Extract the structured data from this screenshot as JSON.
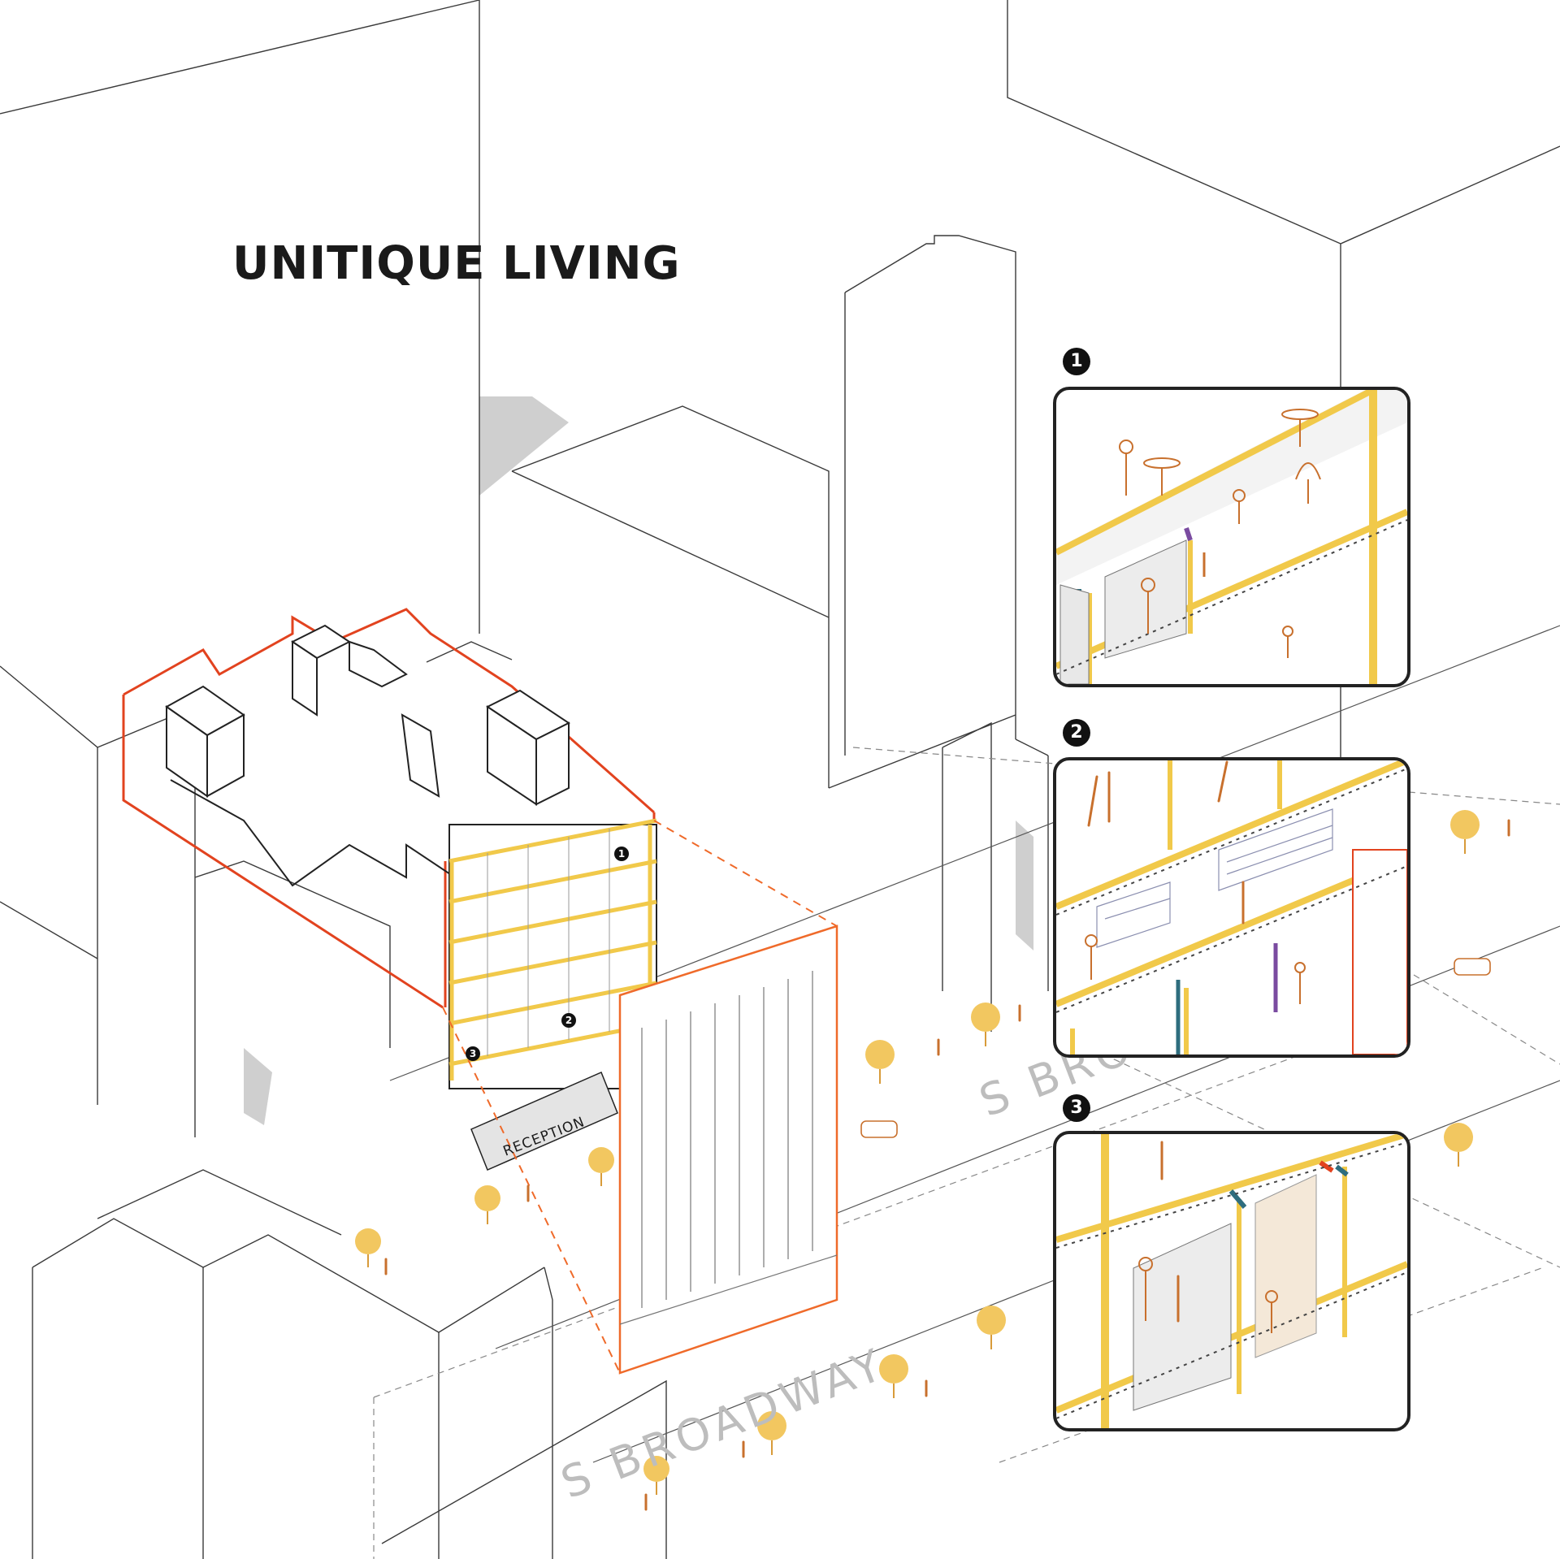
{
  "title": "UNITIQUE LIVING",
  "labels": {
    "reception": "RECEPTION",
    "street_front": "S BROADWAY",
    "street_back": "S BRO"
  },
  "markers": [
    "1",
    "2",
    "3"
  ],
  "colors": {
    "outline": "#3a3a3a",
    "accent_red": "#e2431f",
    "accent_orange": "#ef6a2a",
    "yellow": "#f1c94a",
    "figure": "#c8702d",
    "tree": "#f2c760",
    "shadow": "#cfcfcf",
    "street_text": "#bdbdbd"
  }
}
